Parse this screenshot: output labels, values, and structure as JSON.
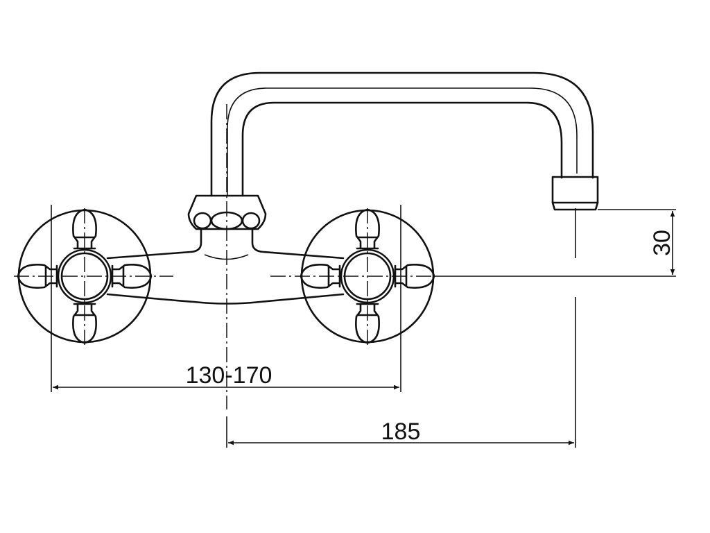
{
  "dimensions": {
    "inlet_spacing": "130-170",
    "spout_reach": "185",
    "spout_height": "30"
  },
  "colors": {
    "line": "#111111",
    "background": "#ffffff"
  }
}
